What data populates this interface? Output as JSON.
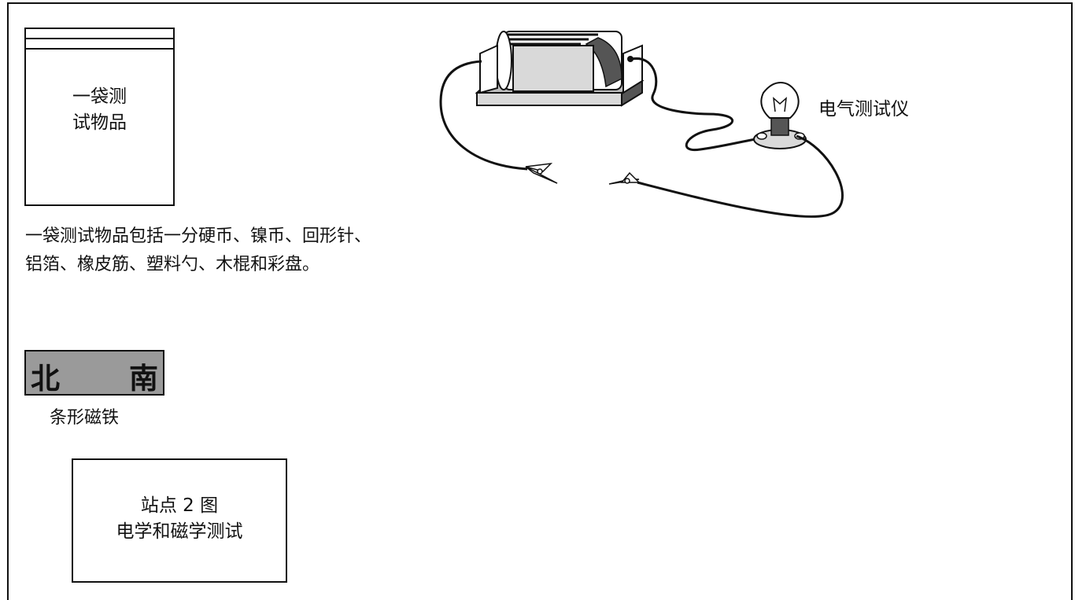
{
  "bag": {
    "label_line1": "一袋测",
    "label_line2": "试物品"
  },
  "description": {
    "line1": "一袋测试物品包括一分硬币、镍币、回形针、",
    "line2": "铝箔、橡皮筋、塑料勺、木棍和彩盘。"
  },
  "magnet": {
    "north": "北",
    "south": "南",
    "caption": "条形磁铁"
  },
  "tester": {
    "label": "电气测试仪"
  },
  "figure": {
    "line1": "站点 2 图",
    "line2": "电学和磁学测试"
  },
  "colors": {
    "magnet_fill": "#9a9a9a",
    "line": "#111111"
  }
}
